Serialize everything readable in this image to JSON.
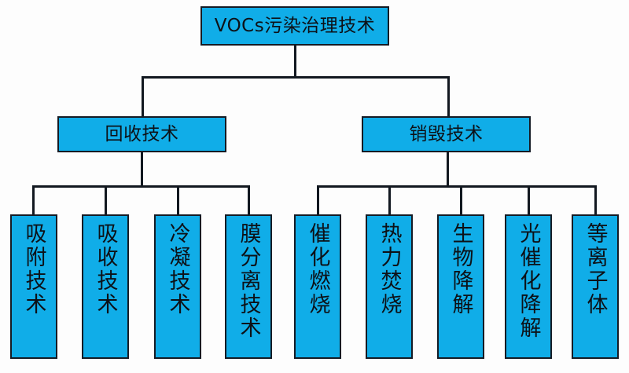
{
  "diagram": {
    "title": "VOCs污染治理技术",
    "type": "hierarchy-tree",
    "colors": {
      "node_fill": "#10ADE8",
      "node_border": "#151b24",
      "connector": "#121820",
      "background": "#ffffff"
    },
    "root": {
      "label": "VOCs污染治理技术"
    },
    "branches": [
      {
        "id": "recovery",
        "label": "回收技术",
        "leaves": [
          {
            "id": "adsorption",
            "label": "吸附技术"
          },
          {
            "id": "absorption",
            "label": "吸收技术"
          },
          {
            "id": "condensation",
            "label": "冷凝技术"
          },
          {
            "id": "membrane-separation",
            "label": "膜分离技术"
          }
        ]
      },
      {
        "id": "destruction",
        "label": "销毁技术",
        "leaves": [
          {
            "id": "catalytic-combustion",
            "label": "催化燃烧"
          },
          {
            "id": "thermal-incineration",
            "label": "热力焚烧"
          },
          {
            "id": "biodegradation",
            "label": "生物降解"
          },
          {
            "id": "photocatalytic-degradation",
            "label": "光催化降解"
          },
          {
            "id": "plasma",
            "label": "等离子体"
          }
        ]
      }
    ]
  }
}
